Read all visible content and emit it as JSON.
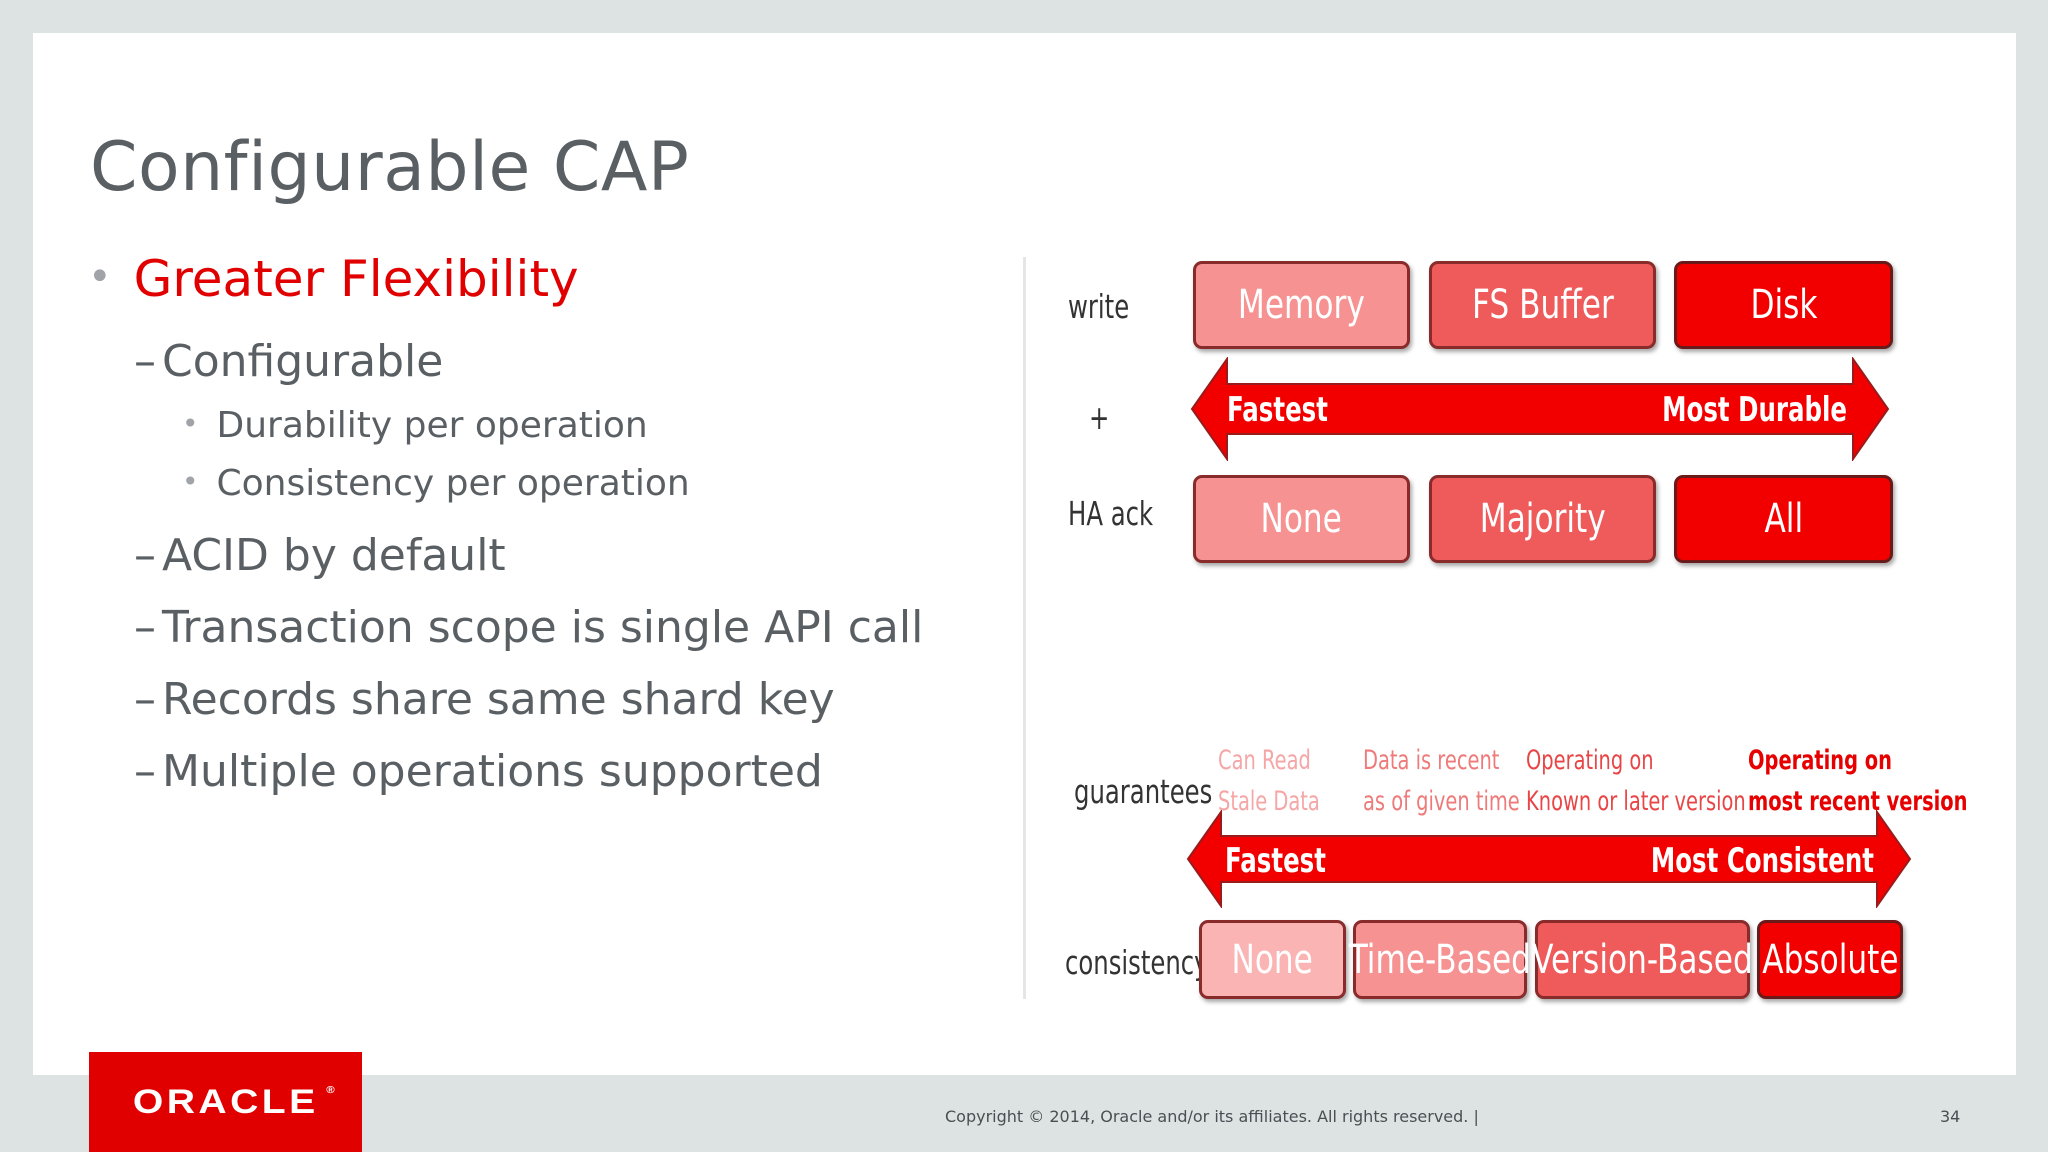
{
  "title": "Configurable CAP",
  "bullets": {
    "main": "Greater Flexibility",
    "configurable": "Configurable",
    "durability": "Durability per operation",
    "consistency": "Consistency per operation",
    "acid": "ACID by default",
    "scope": "Transaction scope is single API call",
    "records": "Records share same shard key",
    "multiple": "Multiple operations supported"
  },
  "diagram": {
    "write_label": "write",
    "plus_label": "+",
    "haack_label": "HA ack",
    "write_options": [
      "Memory",
      "FS Buffer",
      "Disk"
    ],
    "arrow1": {
      "left": "Fastest",
      "right": "Most Durable"
    },
    "ha_options": [
      "None",
      "Majority",
      "All"
    ],
    "guarantees_label": "guarantees",
    "guarantees": [
      [
        "Can Read",
        "Stale Data"
      ],
      [
        "Data is recent",
        "as of given time"
      ],
      [
        "Operating on",
        "Known or later version"
      ],
      [
        "Operating on",
        "most recent version"
      ]
    ],
    "arrow2": {
      "left": "Fastest",
      "right": "Most Consistent"
    },
    "consistency_label": "consistency",
    "consistency_options": [
      "None",
      "Time-Based",
      "Version-Based",
      "Absolute"
    ]
  },
  "colors": {
    "accent": "#e00000",
    "light": "#f69292",
    "medium": "#ef5b5b",
    "strong": "#f20000",
    "palest": "#fbb4b4"
  },
  "footer": {
    "logo": "ORACLE",
    "copyright": "Copyright © 2014, Oracle and/or its affiliates. All rights reserved.  |",
    "page": "34"
  }
}
